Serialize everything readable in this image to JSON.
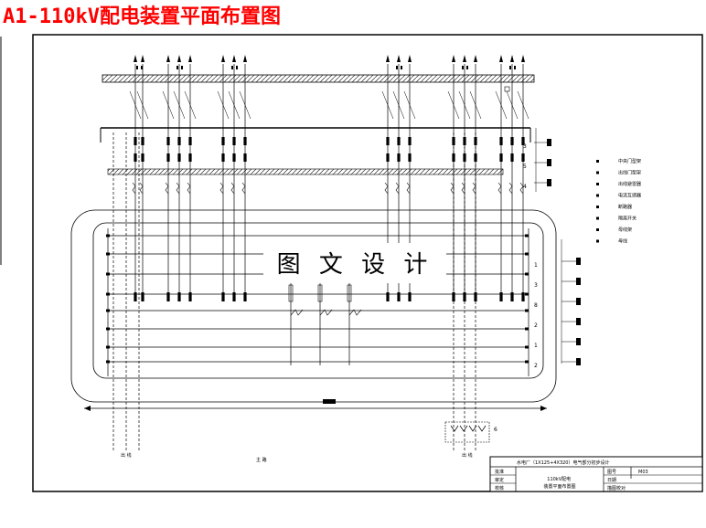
{
  "title": "A1-110kV配电装置平面布置图",
  "watermark": "图 文 设 计",
  "legend": {
    "items": [
      "中央门型架",
      "出线门型架",
      "出线避雷器",
      "电流互感器",
      "断路器",
      "隔离开关",
      "母线架",
      "母线"
    ]
  },
  "callouts": {
    "right_upper": [
      "3",
      "5",
      "4"
    ],
    "right_lower": [
      "1",
      "3",
      "8",
      "2",
      "1",
      "2"
    ],
    "bottom_group": "6"
  },
  "bottom_labels": {
    "left": "出 线",
    "middle": "主 路",
    "right": "出 线"
  },
  "title_block": {
    "project": "水电厂（1X125+4X320）电气部分初步设计",
    "drawing_name": "110kV配电装置平面布置图",
    "left_rows": [
      "批准",
      "审定",
      "校核"
    ],
    "right_rows": [
      "图号",
      "日期",
      "描图校对"
    ],
    "drawing_no": "M03"
  },
  "colors": {
    "title": "#ff0000",
    "lines": "#000000",
    "background": "#ffffff"
  }
}
